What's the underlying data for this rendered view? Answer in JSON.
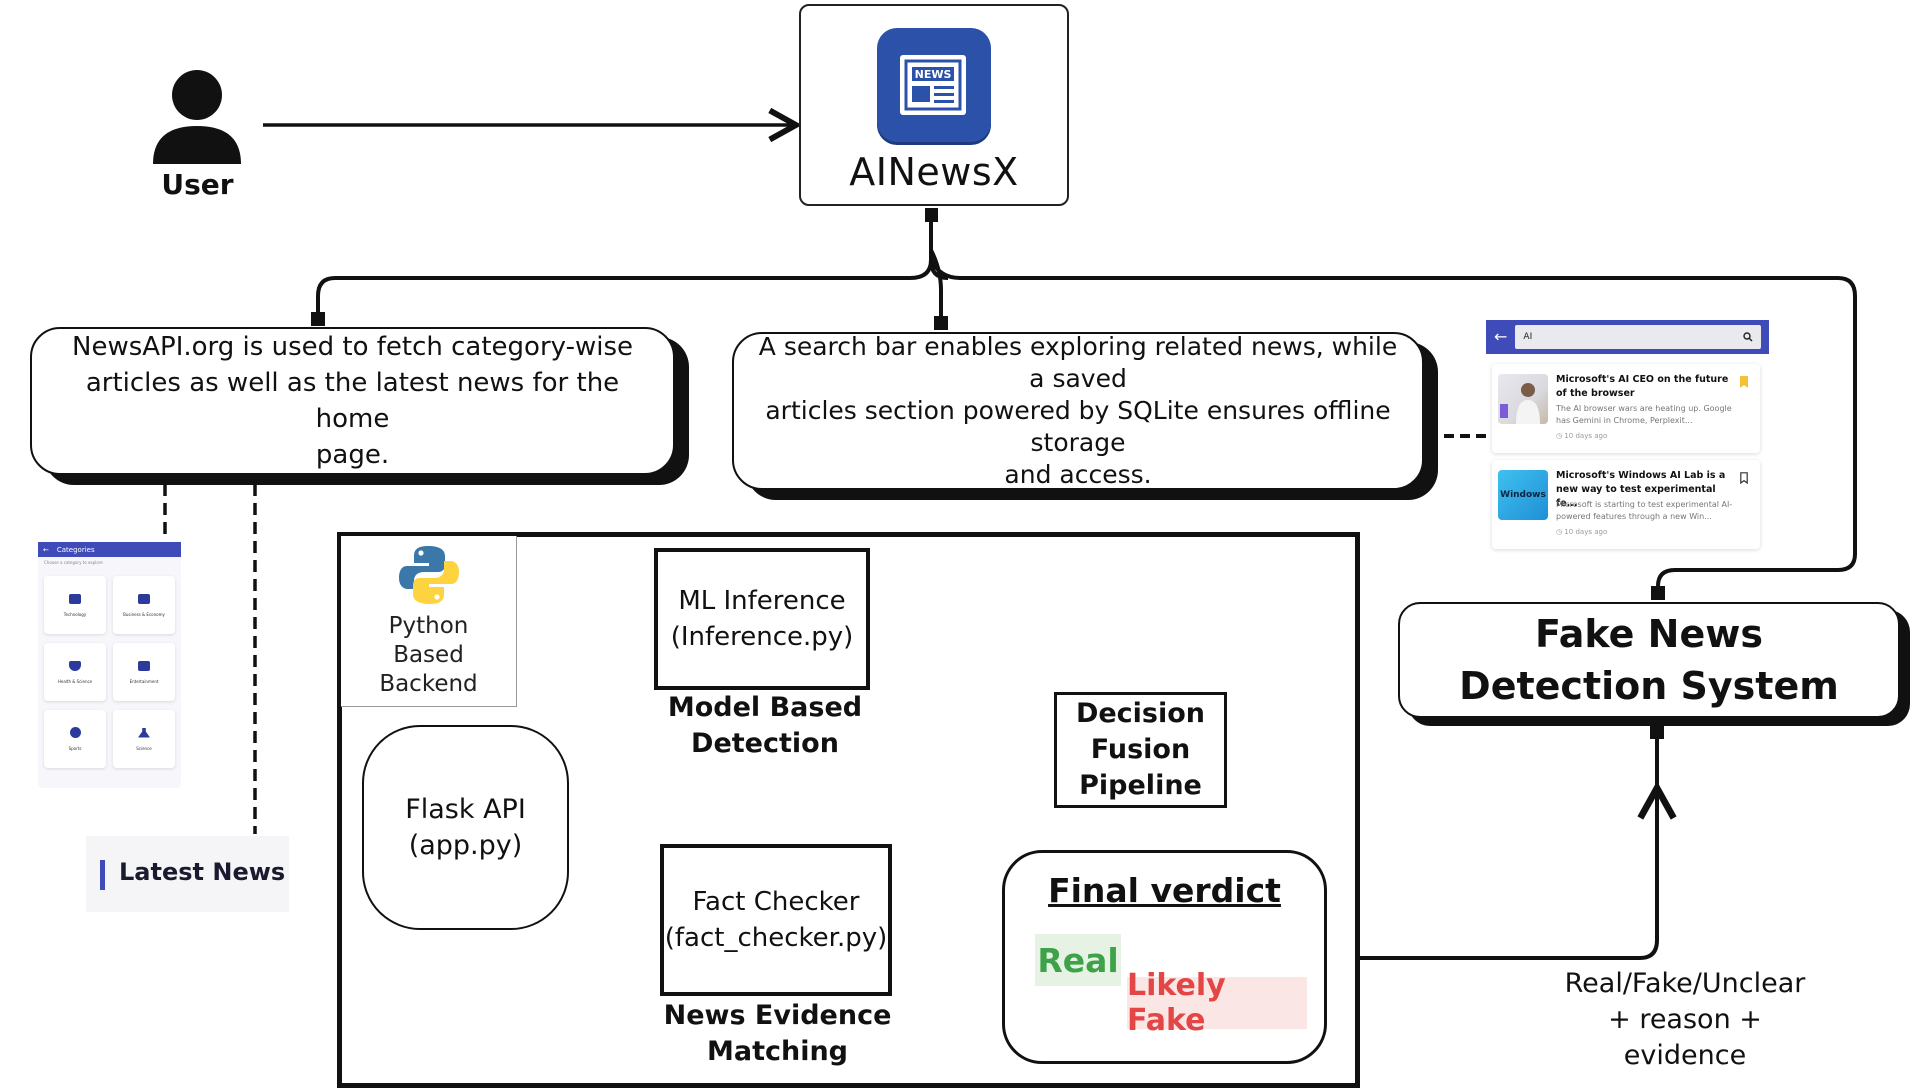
{
  "user": {
    "label": "User",
    "icon": "user-icon"
  },
  "app": {
    "name": "AINewsX",
    "icon": "news-app-icon",
    "icon_text": "NEWS",
    "icon_color": "#2c51a8"
  },
  "newsapi_note": "NewsAPI.org is used to fetch category-wise\narticles as well as the latest news for the home\npage.",
  "search_note": "A search bar enables exploring related news, while a saved\narticles section powered by SQLite ensures offline storage\nand access.",
  "categories_screen": {
    "title": "Categories",
    "subtitle": "Choose a category to explore",
    "tiles": [
      {
        "label": "Technology",
        "icon": "laptop-icon"
      },
      {
        "label": "Business & Economy",
        "icon": "briefcase-icon"
      },
      {
        "label": "Health & Science",
        "icon": "shield-icon"
      },
      {
        "label": "Entertainment",
        "icon": "clapperboard-icon"
      },
      {
        "label": "Sports",
        "icon": "soccer-ball-icon"
      },
      {
        "label": "Science",
        "icon": "flask-icon"
      }
    ]
  },
  "latest_news": {
    "label": "Latest News",
    "accent": "#3f4bb8"
  },
  "search_screen": {
    "query": "AI",
    "results": [
      {
        "title": "Microsoft's AI CEO on the future of the browser",
        "desc": "The AI browser wars are heating up. Google has Gemini in Chrome, Perplexit...",
        "time": "10 days ago",
        "bookmarked": true
      },
      {
        "title": "Microsoft's Windows AI Lab is a new way to test experimental fe...",
        "desc": "Microsoft is starting to test experimental AI-powered features through a new Win...",
        "time": "10 days ago",
        "thumb_text": "Windows",
        "bookmarked": false
      }
    ]
  },
  "backend": {
    "python_label": "Python\nBased\nBackend",
    "flask": "Flask API\n(app.py)",
    "ml_box": "ML Inference\n(Inference.py)",
    "ml_caption": "Model Based\nDetection",
    "fact_box": "Fact Checker\n(fact_checker.py)",
    "fact_caption": "News Evidence\nMatching",
    "fusion": "Decision\nFusion\nPipeline",
    "verdict_title": "Final verdict",
    "verdict_real": "Real",
    "verdict_fake": "Likely Fake"
  },
  "fnds": {
    "title": "Fake News\nDetection System"
  },
  "output_note": "Real/Fake/Unclear\n+ reason +\nevidence",
  "colors": {
    "real": "#3fa24a",
    "fake": "#e44545",
    "accent": "#3f4bb8"
  }
}
